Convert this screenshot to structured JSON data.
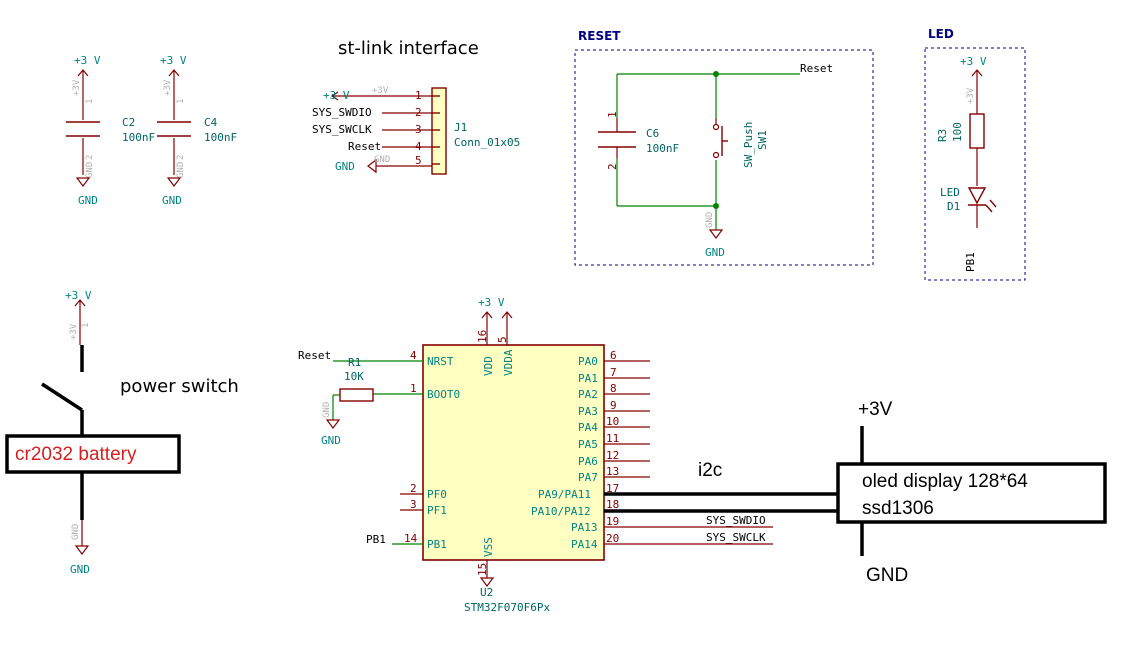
{
  "sheet": {
    "power_decoupling": {
      "c2": {
        "ref": "C2",
        "value": "100nF",
        "pin_top": "1",
        "pin_bottom": "2"
      },
      "c4": {
        "ref": "C4",
        "value": "100nF",
        "pin_top": "1",
        "pin_bottom": "2"
      },
      "vdd_label": "+3 V",
      "gnd_label": "GND",
      "hidden_vdd": "+3V",
      "hidden_gnd": "GND"
    },
    "stlink": {
      "title": "st-link interface",
      "ref": "J1",
      "value": "Conn_01x05",
      "vdd_label": "+3 V",
      "gnd_label": "GND",
      "hidden_vdd": "+3V",
      "hidden_gnd": "GND",
      "pins": [
        {
          "num": "1",
          "net": ""
        },
        {
          "num": "2",
          "net": "SYS_SWDIO"
        },
        {
          "num": "3",
          "net": "SYS_SWCLK"
        },
        {
          "num": "4",
          "net": "Reset"
        },
        {
          "num": "5",
          "net": ""
        }
      ]
    },
    "reset_block": {
      "title": "RESET",
      "net": "Reset",
      "cap_ref": "C6",
      "cap_value": "100nF",
      "cap_pin_top": "1",
      "cap_pin_bottom": "2",
      "sw_value": "SW_Push",
      "sw_ref": "SW1",
      "gnd_label": "GND",
      "hidden_gnd": "GND"
    },
    "led_block": {
      "title": "LED",
      "vdd_label": "+3 V",
      "hidden_vdd": "+3V",
      "res_ref": "R3",
      "res_value": "100",
      "led_ref": "D1",
      "led_value": "LED",
      "net": "PB1"
    },
    "power_switch": {
      "vdd_label": "+3 V",
      "hidden_vdd": "+3V",
      "gnd_label": "GND",
      "hidden_gnd": "GND",
      "switch_label": "power switch",
      "battery_label": "cr2032 battery"
    },
    "mcu": {
      "ref": "U2",
      "value": "STM32F070F6Px",
      "vdd_label": "+3 V",
      "gnd_label": "GND",
      "hidden_gnd": "GND",
      "top_pins": [
        {
          "num": "16",
          "name": "VDD"
        },
        {
          "num": "5",
          "name": "VDDA"
        }
      ],
      "bottom_pin": {
        "num": "15",
        "name": "VSS"
      },
      "left_pins": [
        {
          "num": "4",
          "name": "NRST"
        },
        {
          "num": "1",
          "name": "BOOT0"
        },
        {
          "num": "2",
          "name": "PF0"
        },
        {
          "num": "3",
          "name": "PF1"
        },
        {
          "num": "14",
          "name": "PB1"
        }
      ],
      "right_pins": [
        {
          "num": "6",
          "name": "PA0"
        },
        {
          "num": "7",
          "name": "PA1"
        },
        {
          "num": "8",
          "name": "PA2"
        },
        {
          "num": "9",
          "name": "PA3"
        },
        {
          "num": "10",
          "name": "PA4"
        },
        {
          "num": "11",
          "name": "PA5"
        },
        {
          "num": "12",
          "name": "PA6"
        },
        {
          "num": "13",
          "name": "PA7"
        },
        {
          "num": "17",
          "name": "PA9/PA11"
        },
        {
          "num": "18",
          "name": "PA10/PA12"
        },
        {
          "num": "19",
          "name": "PA13"
        },
        {
          "num": "20",
          "name": "PA14"
        }
      ],
      "nets": {
        "reset": "Reset",
        "pb1": "PB1",
        "swdio": "SYS_SWDIO",
        "swclk": "SYS_SWCLK"
      },
      "boot_res_ref": "R1",
      "boot_res_value": "10K"
    },
    "oled": {
      "bus_label": "i2c",
      "vdd_label": "+3V",
      "gnd_label": "GND",
      "line1": "oled display 128*64",
      "line2": "ssd1306"
    }
  }
}
